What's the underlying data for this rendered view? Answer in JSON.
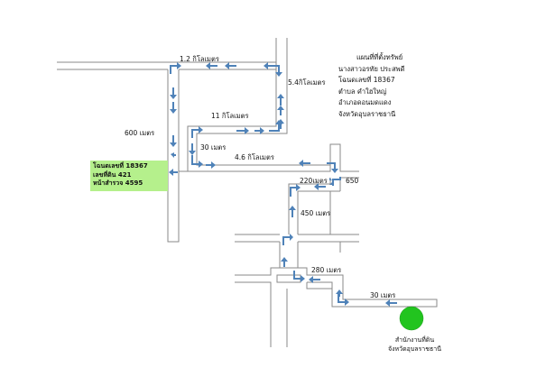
{
  "title_block": {
    "lines": [
      "แผนที่ที่ตั้งทรัพย์",
      "นางสาวอรทัย ประสพดี",
      "โฉนดเลขที่ 18367",
      "ตำบล คำใฮใหญ่",
      "อำเภอดอนมดแดง",
      "จังหวัดอุบลราชธานี"
    ]
  },
  "property_box": {
    "lines": [
      "โฉนดเลขที่ 18367",
      "เลขที่ดิน 421",
      "หน้าสำรวจ 4595"
    ],
    "color": "#b5f08c"
  },
  "distances": {
    "d_1_2km": "1.2 กิโลเมตร",
    "d_5_4km": "5.4กิโลเมตร",
    "d_11km": "11 กิโลเมตร",
    "d_600m": "600 เมตร",
    "d_30m_top": "30 เมตร",
    "d_4_6km": "4.6 กิโลเมตร",
    "d_220m": "220เมตร",
    "d_650": "650",
    "d_450m": "450 เมตร",
    "d_280m": "280 เมตร",
    "d_30m_bottom": "30 เมตร"
  },
  "office": {
    "lines": [
      "สำนักงานที่ดิน",
      "จังหวัดอุบลราชธานี"
    ],
    "color": "#22c41f"
  },
  "colors": {
    "arrow": "#4f82b8",
    "road": "#8a8a8a"
  }
}
